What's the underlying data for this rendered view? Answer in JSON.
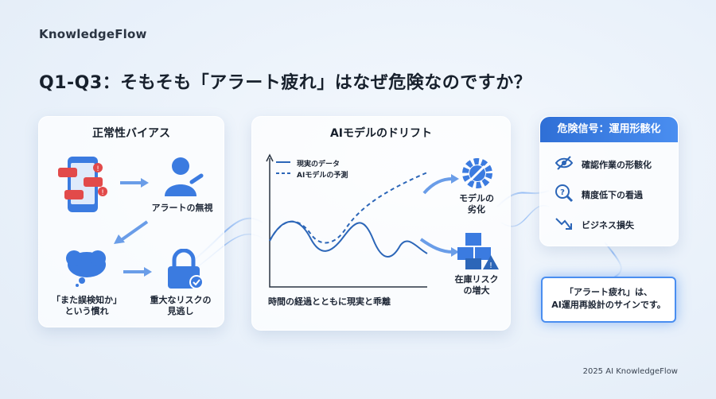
{
  "brand": "KnowledgeFlow",
  "title": "Q1-Q3：そもそも「アラート疲れ」はなぜ危険なのですか？",
  "panel1": {
    "title": "正常性バイアス",
    "ignore_label": "アラートの無視",
    "habit_label_line1": "「また誤検知か」",
    "habit_label_line2": "という慣れ",
    "risk_label_line1": "重大なリスクの",
    "risk_label_line2": "見逃し"
  },
  "panel2": {
    "title": "AIモデルのドリフト",
    "legend_actual": "現実のデータ",
    "legend_predicted": "AIモデルの予測",
    "caption": "時間の経過とともに現実と乖離",
    "degrade_line1": "モデルの",
    "degrade_line2": "劣化",
    "stock_line1": "在庫リスク",
    "stock_line2": "の増大"
  },
  "panel3": {
    "title": "危険信号：運用形骸化",
    "items": [
      {
        "icon": "eye-slash-icon",
        "label": "確認作業の形骸化"
      },
      {
        "icon": "magnifier-question-icon",
        "label": "精度低下の看過"
      },
      {
        "icon": "trend-down-icon",
        "label": "ビジネス損失"
      }
    ]
  },
  "callout": {
    "line1": "「アラート疲れ」は、",
    "line2": "AI運用再設計のサインです。"
  },
  "footer": "2025 AI KnowledgeFlow",
  "colors": {
    "accent": "#2f6fd6",
    "alert": "#e24a4a",
    "line": "#2c66b8"
  }
}
